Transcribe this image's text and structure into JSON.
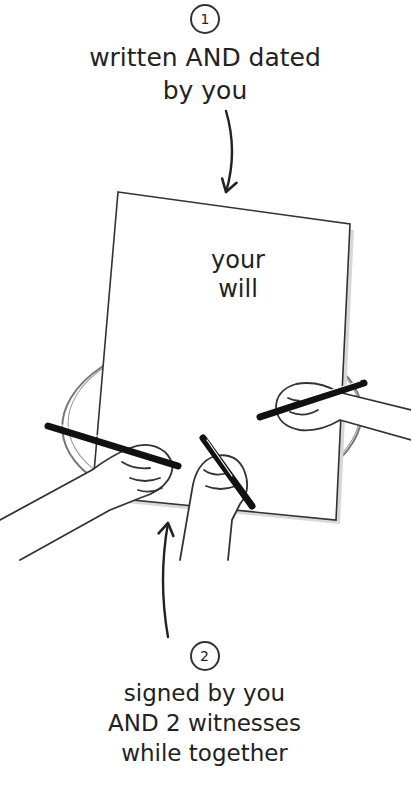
{
  "diagram": {
    "nodes": [
      {
        "text": [
          "1",
          "written AND dated by you"
        ]
      },
      {
        "text": [
          "your will"
        ]
      },
      {
        "text": [
          "2",
          "signed by you AND 2 witnesses while together"
        ]
      }
    ],
    "edges": [
      {
        "from": 0,
        "to": 1,
        "arrow": "to"
      },
      {
        "from": 2,
        "to": 1,
        "arrow": "to"
      }
    ]
  }
}
